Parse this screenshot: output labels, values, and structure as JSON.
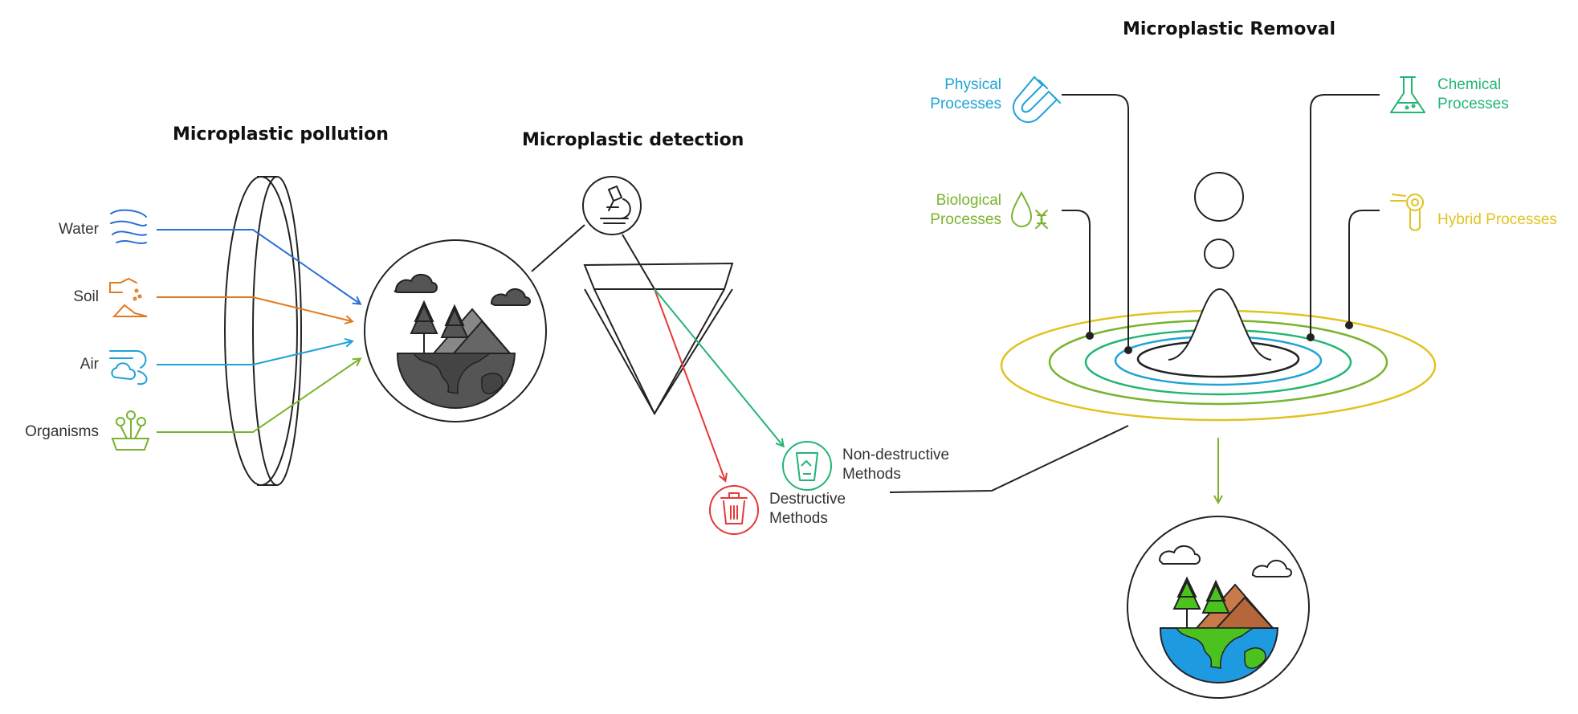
{
  "sections": {
    "pollution": {
      "title": "Microplastic pollution",
      "sources": [
        {
          "label": "Water",
          "icon": "river-icon",
          "color": "#2b6fd6"
        },
        {
          "label": "Soil",
          "icon": "soil-icon",
          "color": "#e07a1f"
        },
        {
          "label": "Air",
          "icon": "wind-icon",
          "color": "#1fa3d6"
        },
        {
          "label": "Organisms",
          "icon": "plant-icon",
          "color": "#7ab32e"
        }
      ]
    },
    "detection": {
      "title": "Microplastic detection",
      "methods": [
        {
          "line1": "Non-destructive",
          "line2": "Methods",
          "icon": "recycle-bin-icon",
          "color": "#22b573"
        },
        {
          "line1": "Destructive",
          "line2": "Methods",
          "icon": "trash-icon",
          "color": "#e53935"
        }
      ]
    },
    "removal": {
      "title": "Microplastic Removal",
      "processes": [
        {
          "line1": "Physical",
          "line2": "Processes",
          "icon": "magnet-icon",
          "color": "#1fa3d6"
        },
        {
          "line1": "Chemical",
          "line2": "Processes",
          "icon": "flask-icon",
          "color": "#22b573"
        },
        {
          "line1": "Biological",
          "line2": "Processes",
          "icon": "dna-drop-icon",
          "color": "#7ab32e"
        },
        {
          "line1": "Hybrid Processes",
          "line2": "",
          "icon": "hybrid-tool-icon",
          "color": "#e0c31f"
        }
      ]
    }
  },
  "colors": {
    "line": "#222222",
    "earth_gray": "#555555",
    "earth_blue": "#1e9be0",
    "earth_green": "#4cc21f",
    "mountain_brown": "#b5663a",
    "label_dark": "#333333"
  }
}
